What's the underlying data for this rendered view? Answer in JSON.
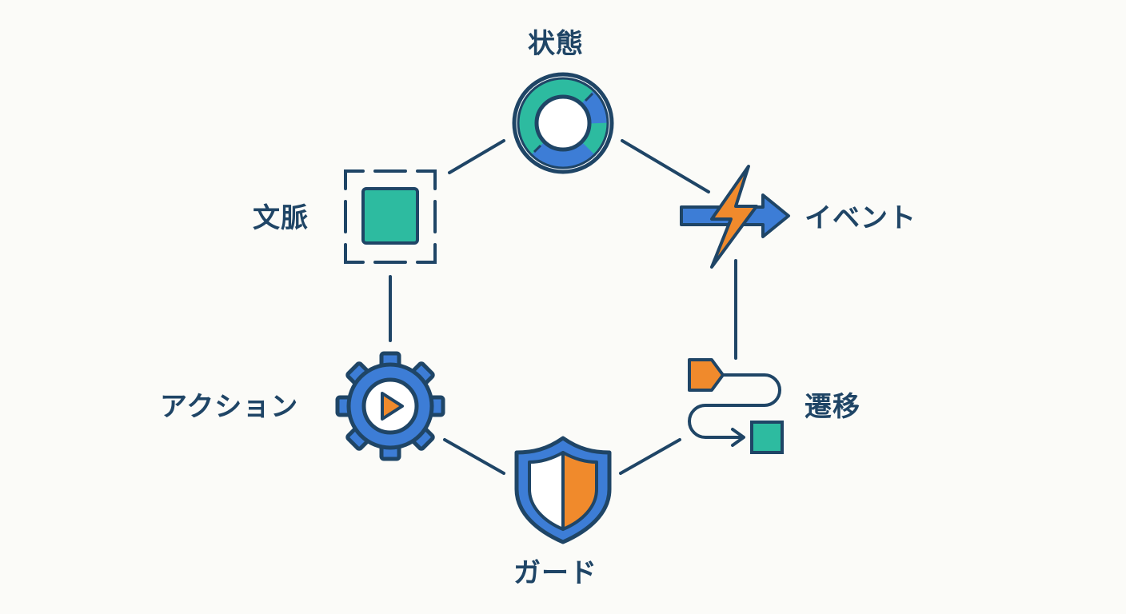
{
  "colors": {
    "navy": "#1f4566",
    "blue": "#3d7dd6",
    "teal": "#2dbba0",
    "orange": "#f08a2c",
    "background": "#fbfbf8"
  },
  "nodes": {
    "state": {
      "label": "状態",
      "icon": "ring-icon"
    },
    "event": {
      "label": "イベント",
      "icon": "lightning-arrow-icon"
    },
    "transition": {
      "label": "遷移",
      "icon": "flow-path-icon"
    },
    "guard": {
      "label": "ガード",
      "icon": "shield-icon"
    },
    "action": {
      "label": "アクション",
      "icon": "gear-play-icon"
    },
    "context": {
      "label": "文脈",
      "icon": "focus-square-icon"
    }
  },
  "edges": [
    [
      "state",
      "event"
    ],
    [
      "event",
      "transition"
    ],
    [
      "transition",
      "guard"
    ],
    [
      "guard",
      "action"
    ],
    [
      "action",
      "context"
    ],
    [
      "context",
      "state"
    ]
  ]
}
